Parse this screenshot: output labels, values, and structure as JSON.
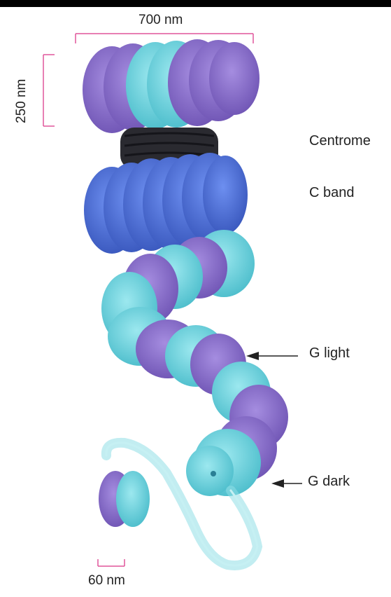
{
  "scale_labels": {
    "width": "700 nm",
    "height": "250 nm",
    "fiber": "60 nm"
  },
  "annotations": {
    "centromere": "Centrome",
    "c_band": "C band",
    "g_light": "G light",
    "g_dark": "G dark"
  },
  "colors": {
    "purple": "#8a6fc9",
    "cyan": "#6fd2dc",
    "blue": "#4a6fd6",
    "dark": "#2a2a30",
    "scale_bar": "#e0559a"
  }
}
